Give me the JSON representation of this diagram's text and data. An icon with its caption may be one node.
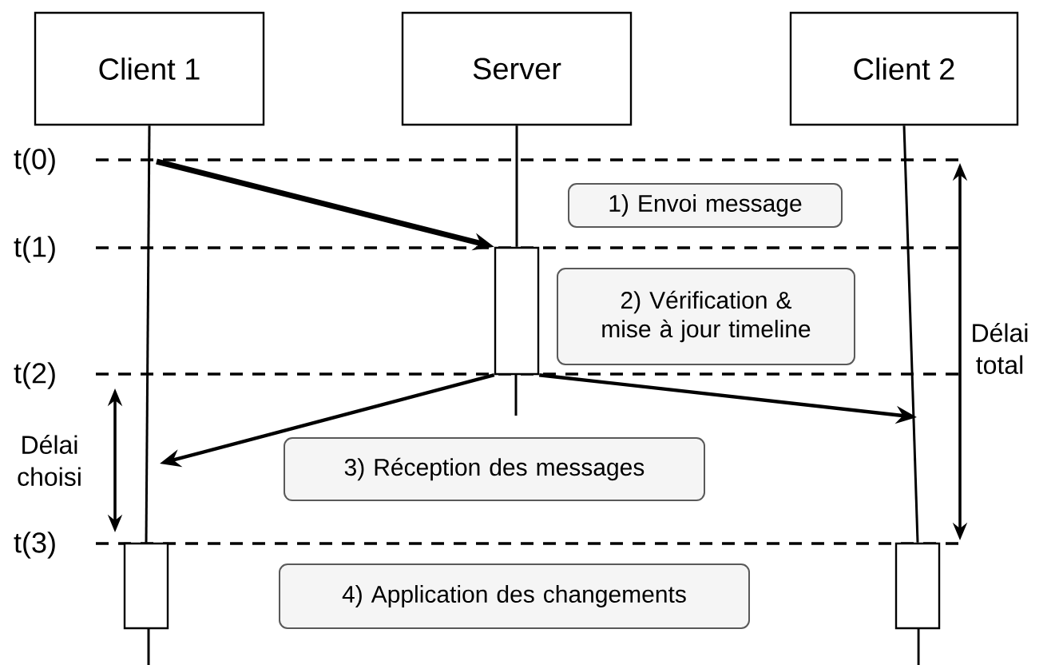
{
  "diagram": {
    "nodes": [
      {
        "text": [
          "Client 1"
        ]
      },
      {
        "text": [
          "Server"
        ]
      },
      {
        "text": [
          "Client 2"
        ]
      },
      {
        "text": [],
        "shape": "box"
      },
      {
        "text": [],
        "shape": "box"
      },
      {
        "text": [],
        "shape": "box"
      },
      {
        "text": [
          "1) Envoi message"
        ]
      },
      {
        "text": [
          "2) Vérification & mise à jour timeline"
        ]
      },
      {
        "text": [
          "3) Réception des messages"
        ]
      },
      {
        "text": [
          "4) Application des changements"
        ]
      }
    ],
    "edges": [
      {
        "from": 0,
        "to": 4,
        "arrow": "none"
      },
      {
        "from": 1,
        "to": 3,
        "arrow": "none"
      },
      {
        "from": 2,
        "to": 5,
        "arrow": "none"
      },
      {
        "from": null,
        "to": 3,
        "arrow": "to",
        "style": "thick"
      },
      {
        "from": 3,
        "to": null,
        "arrow": "to"
      },
      {
        "from": 3,
        "to": null,
        "arrow": "to"
      }
    ],
    "labels": [
      "t(0)",
      "t(1)",
      "t(2)",
      "Délai choisi",
      "Délai total",
      "t(3)"
    ]
  }
}
